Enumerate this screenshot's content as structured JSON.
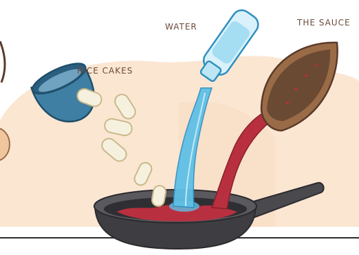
{
  "labels": {
    "water": "WATER",
    "sauce": "THE SAUCE",
    "rice_cakes": "RICE CAKES"
  },
  "colors": {
    "background_blob": "#fbe6d2",
    "water": "#5fc0e6",
    "water_dark": "#2f8fc0",
    "sauce": "#b8303f",
    "sauce_dark": "#8a1f2c",
    "bowl_outer": "#9a6b47",
    "bowl_inner": "#6b4a33",
    "cup": "#3f7fa3",
    "cup_inner": "#2c5f7f",
    "rice_cake": "#f6f1df",
    "pan": "#4a4a4e",
    "pan_rim": "#2b2b2e",
    "label_text": "#6b4a3a"
  }
}
